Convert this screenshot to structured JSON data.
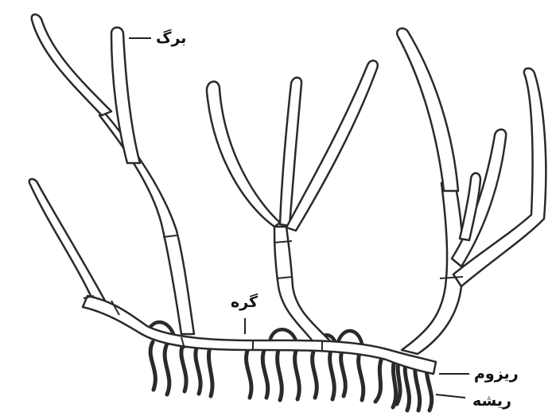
{
  "labels": {
    "leaf": "برگ",
    "node": "گره",
    "rhizome": "ریزوم",
    "root": "ریشه"
  },
  "colors": {
    "ink": "#222222",
    "background": "#ffffff"
  }
}
